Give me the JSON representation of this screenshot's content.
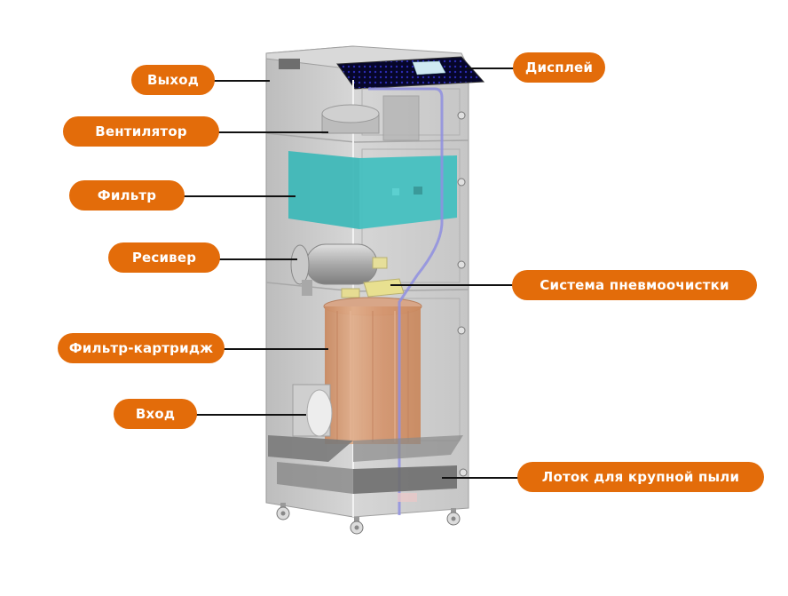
{
  "colors": {
    "accent": "#e36c0a",
    "label_text": "#ffffff",
    "leader_line": "#111111",
    "filter": "#3fb8b8",
    "cartridge": "#d9a07a",
    "display_panel": "#0a0a3a",
    "pneumatic_tube": "#8f8fe0",
    "housing": "#c8c8c8"
  },
  "labels": {
    "outlet": "Выход",
    "fan": "Вентилятор",
    "filter": "Фильтр",
    "receiver": "Ресивер",
    "cartridge_filter": "Фильтр-картридж",
    "inlet": "Вход",
    "display": "Дисплей",
    "pneumatic_cleaning": "Система пневмоочистки",
    "coarse_dust_tray": "Лоток для крупной пыли"
  }
}
